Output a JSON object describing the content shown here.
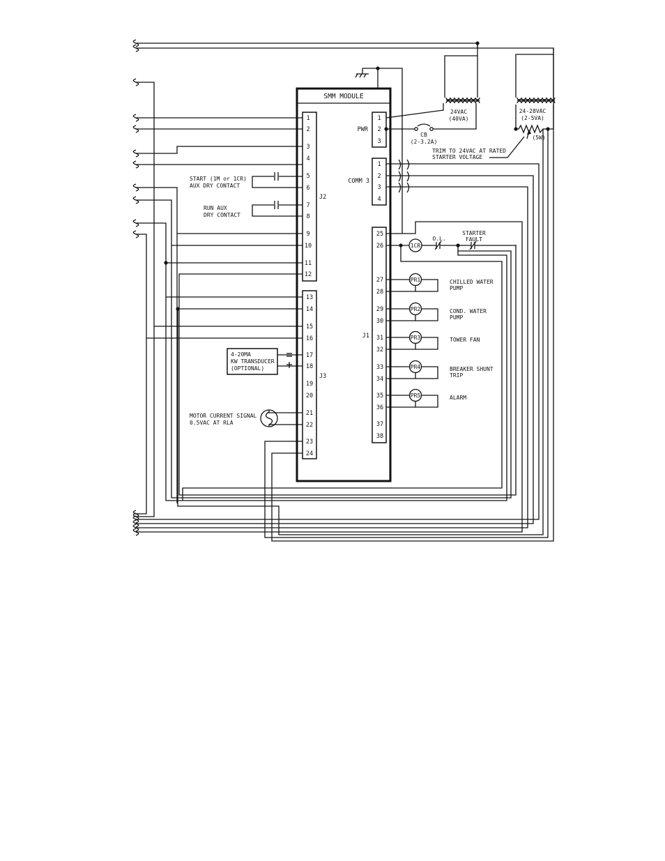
{
  "module_title": "SMM MODULE",
  "connectors": {
    "j2": {
      "name": "J2",
      "pins": [
        "1",
        "2",
        "3",
        "4",
        "5",
        "6",
        "7",
        "8",
        "9",
        "10",
        "11",
        "12"
      ]
    },
    "j3": {
      "name": "J3",
      "pins": [
        "13",
        "14",
        "15",
        "16",
        "17",
        "18",
        "19",
        "20",
        "21",
        "22",
        "23",
        "24"
      ]
    },
    "pwr": {
      "name": "PWR",
      "pins": [
        "1",
        "2",
        "3"
      ]
    },
    "comm3": {
      "name": "COMM 3",
      "pins": [
        "1",
        "2",
        "3",
        "4"
      ]
    },
    "j1": {
      "name": "J1",
      "pins": [
        "25",
        "26",
        "27",
        "28",
        "29",
        "30",
        "31",
        "32",
        "33",
        "34",
        "35",
        "36",
        "37",
        "38"
      ]
    }
  },
  "labels": {
    "start_contact_1": "START (1M or 1CR)",
    "start_contact_2": "AUX DRY CONTACT",
    "run_contact_1": "RUN AUX",
    "run_contact_2": "DRY CONTACT",
    "kw_1": "4-20MA",
    "kw_2": "KW TRANSDUCER",
    "kw_3": "(OPTIONAL)",
    "motor_1": "MOTOR CURRENT SIGNAL",
    "motor_2": "0.5VAC AT RLA",
    "xfmr1_1": "24VAC",
    "xfmr1_2": "(40VA)",
    "xfmr2_1": "24-28VAC",
    "xfmr2_2": "(2-5VA)",
    "pot": "(5W)",
    "cb_1": "CB",
    "cb_2": "(2-3.2A)",
    "trim_1": "TRIM TO 24VAC AT RATED",
    "trim_2": "STARTER VOLTAGE",
    "ol": "O.L.",
    "starter_1": "STARTER",
    "starter_2": "FAULT",
    "cr_relay": "1CR"
  },
  "relays": [
    {
      "tag": "PR1",
      "label_1": "CHILLED WATER",
      "label_2": "PUMP"
    },
    {
      "tag": "PR2",
      "label_1": "COND. WATER",
      "label_2": "PUMP"
    },
    {
      "tag": "PR3",
      "label_1": "TOWER FAN",
      "label_2": ""
    },
    {
      "tag": "PR4",
      "label_1": "BREAKER SHUNT",
      "label_2": "TRIP"
    },
    {
      "tag": "PR5",
      "label_1": "ALARM",
      "label_2": ""
    }
  ]
}
